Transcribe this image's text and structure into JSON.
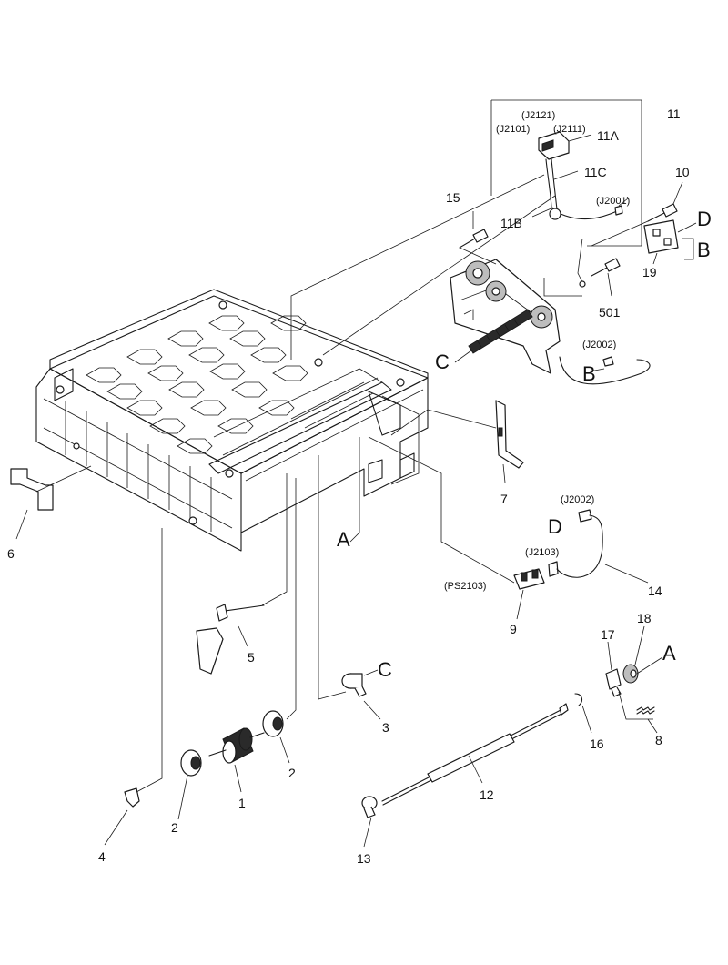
{
  "diagram": {
    "callouts": {
      "p1": "1",
      "p2a": "2",
      "p2b": "2",
      "p3": "3",
      "p4": "4",
      "p5": "5",
      "p6": "6",
      "p7": "7",
      "p8": "8",
      "p9": "9",
      "p10": "10",
      "p11": "11",
      "p11A": "11A",
      "p11B": "11B",
      "p11C": "11C",
      "p12": "12",
      "p13": "13",
      "p14": "14",
      "p15": "15",
      "p16": "16",
      "p17": "17",
      "p18": "18",
      "p19": "19",
      "p501": "501"
    },
    "connectors": {
      "j2121": "(J2121)",
      "j2101": "(J2101)",
      "j2111": "(J2111)",
      "j2001": "(J2001)",
      "j2002a": "(J2002)",
      "j2002b": "(J2002)",
      "j2103": "(J2103)",
      "ps2103": "(PS2103)"
    },
    "letters": {
      "D1": "D",
      "B1": "B",
      "C1": "C",
      "B2": "B",
      "A1": "A",
      "D2": "D",
      "C2": "C",
      "A2": "A"
    }
  }
}
